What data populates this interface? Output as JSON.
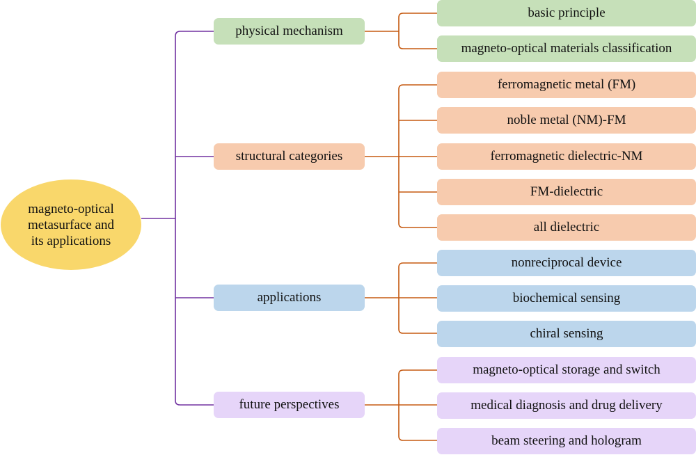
{
  "root": {
    "lines": [
      "magneto-optical",
      "metasurface and",
      "its applications"
    ],
    "color": "#f9d76b"
  },
  "connector_colors": {
    "trunk": "#7030a0",
    "branch": "#c55a11"
  },
  "branches": [
    {
      "label": "physical mechanism",
      "color": "#c6e0b9",
      "children": [
        "basic principle",
        "magneto-optical materials classification"
      ]
    },
    {
      "label": "structural categories",
      "color": "#f7cbae",
      "children": [
        "ferromagnetic metal (FM)",
        "noble metal (NM)-FM",
        "ferromagnetic dielectric-NM",
        "FM-dielectric",
        "all dielectric"
      ]
    },
    {
      "label": "applications",
      "color": "#bcd6ec",
      "children": [
        "nonreciprocal device",
        "biochemical sensing",
        "chiral sensing"
      ]
    },
    {
      "label": "future perspectives",
      "color": "#e6d5f9",
      "children": [
        "magneto-optical storage and switch",
        "medical diagnosis and drug delivery",
        "beam steering and hologram"
      ]
    }
  ]
}
